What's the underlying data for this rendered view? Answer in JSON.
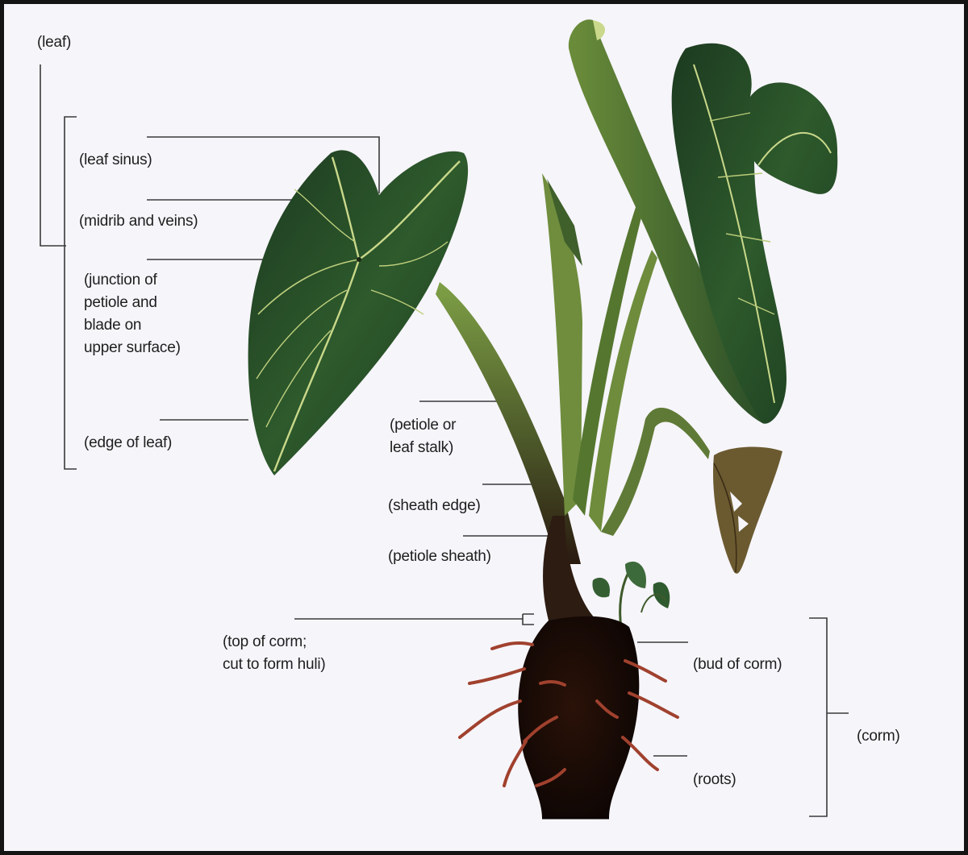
{
  "labels": {
    "leaf": "(leaf)",
    "leaf_sinus": "(leaf sinus)",
    "midrib": "(midrib and veins)",
    "junction": "(junction of\npetiole and\nblade on\nupper surface)",
    "edge": "(edge of leaf)",
    "petiole": "(petiole or\nleaf stalk)",
    "sheath_edge": "(sheath edge)",
    "petiole_sheath": "(petiole sheath)",
    "top_corm": "(top of corm;\ncut to form huli)",
    "bud_corm": "(bud of corm)",
    "corm": "(corm)",
    "roots": "(roots)"
  },
  "colors": {
    "frame": "#141414",
    "background": "#f6f5fa",
    "leaf_dark": "#1f3d22",
    "leaf_mid": "#3f6e34",
    "leaf_light": "#8fa84e",
    "vein": "#c9d88a",
    "corm": "#1a0c08",
    "root": "#a0412e",
    "dead_leaf": "#6b5a30",
    "leader_line": "#3a3a3a"
  }
}
